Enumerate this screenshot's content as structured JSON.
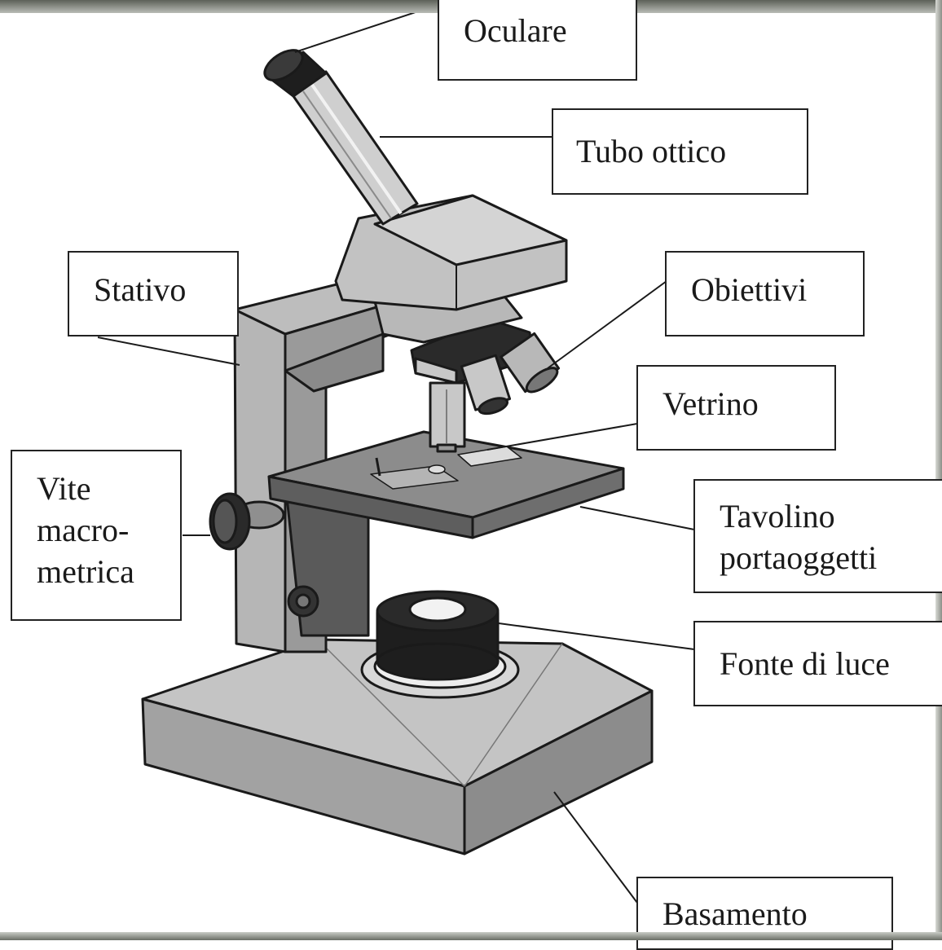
{
  "labels": {
    "oculare": "Oculare",
    "tubo_ottico": "Tubo ottico",
    "stativo": "Stativo",
    "obiettivi": "Obiettivi",
    "vetrino": "Vetrino",
    "vite_line1": "Vite",
    "vite_line2": "macro-",
    "vite_line3": "metrica",
    "tavolino_line1": "Tavolino",
    "tavolino_line2": "portaoggetti",
    "fonte_di_luce": "Fonte di luce",
    "basamento": "Basamento"
  },
  "colors": {
    "body_light": "#c8c8c8",
    "body_mid": "#a9a9a9",
    "body_dark": "#7a7a7a",
    "black_parts": "#1e1e1e",
    "outline": "#1a1a1a"
  }
}
